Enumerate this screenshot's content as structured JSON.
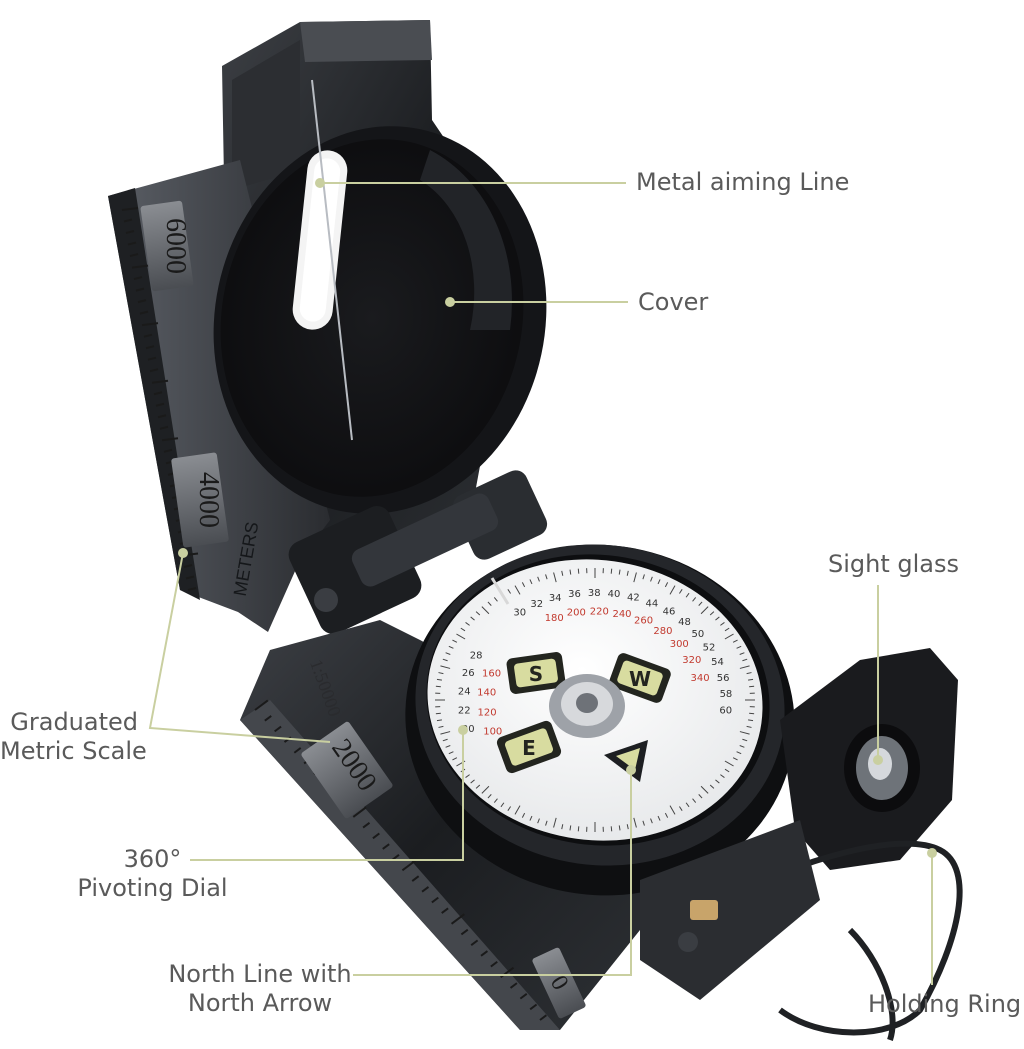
{
  "accent_color": "#c9cfa0",
  "labels": {
    "metal_aiming_line": "Metal aiming Line",
    "cover": "Cover",
    "sight_glass": "Sight glass",
    "graduated_metric_scale": [
      "Graduated",
      "Metric Scale"
    ],
    "pivoting_dial": [
      "360°",
      "Pivoting Dial"
    ],
    "north_line": [
      "North Line with",
      "North Arrow"
    ],
    "holding_ring": "Holding Ring"
  },
  "scale_markings": {
    "upper": "6000",
    "middle": "4000",
    "lower": "2000",
    "end": "0",
    "unit": "METERS",
    "ratio": "1:50000"
  },
  "dial": {
    "cardinals": [
      "S",
      "W",
      "E"
    ],
    "outer_ticks": [
      "30",
      "32",
      "34",
      "36",
      "38",
      "40",
      "42",
      "44",
      "46",
      "48",
      "50",
      "52",
      "54",
      "56",
      "58",
      "60"
    ],
    "inner_ticks": [
      "180",
      "200",
      "220",
      "240",
      "260",
      "280",
      "300",
      "320",
      "340"
    ],
    "left_ticks": [
      "28",
      "26",
      "24",
      "22",
      "20"
    ],
    "left_inner_ticks": [
      "160",
      "140",
      "120",
      "100"
    ]
  }
}
